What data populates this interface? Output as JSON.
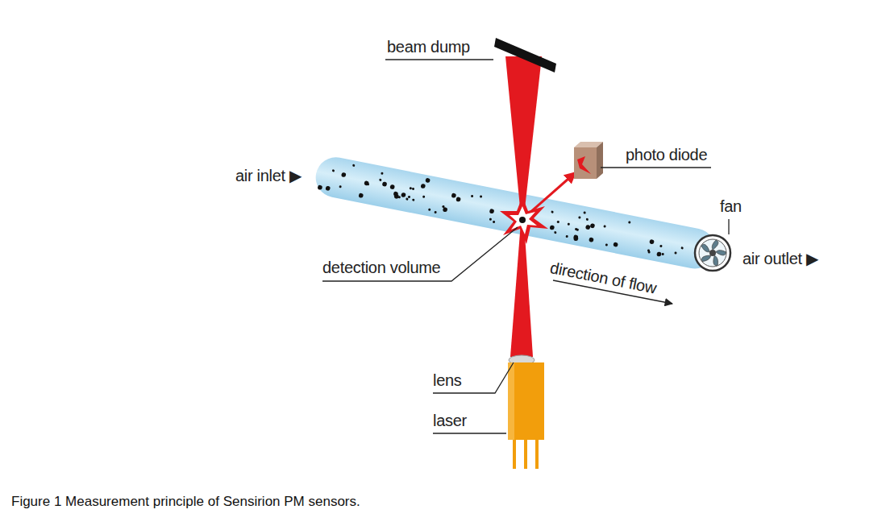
{
  "diagram": {
    "caption": "Figure 1 Measurement principle of Sensirion PM sensors.",
    "labels": [
      "beam dump",
      "photo diode",
      "air inlet ▶",
      "fan",
      "air outlet ▶",
      "detection volume",
      "direction of flow",
      "lens",
      "laser"
    ]
  }
}
